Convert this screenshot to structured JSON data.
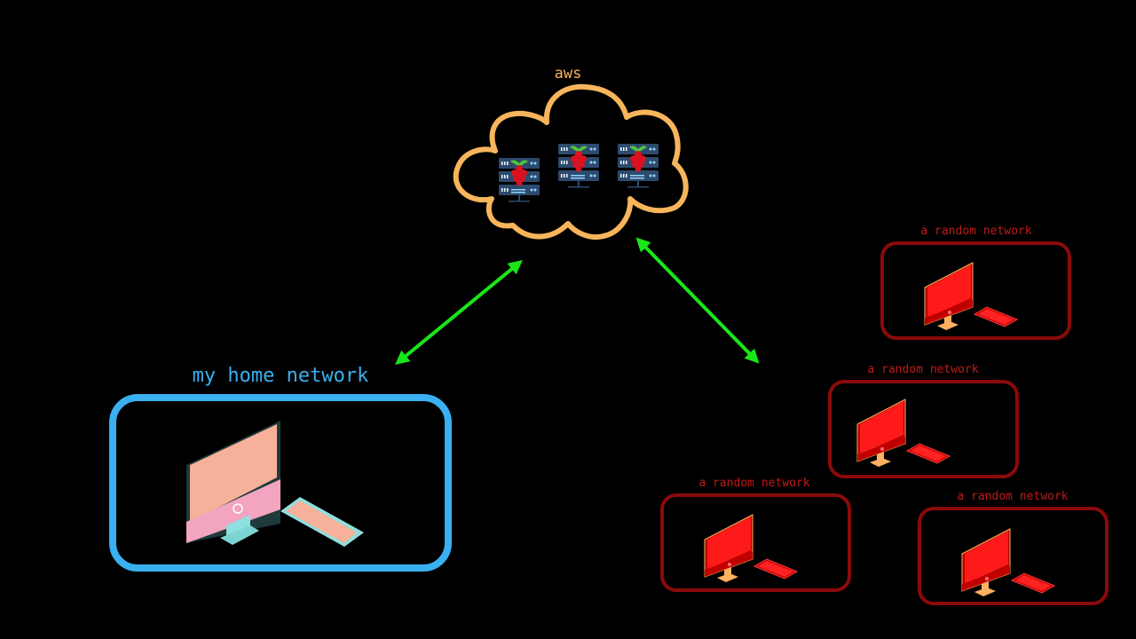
{
  "colors": {
    "background": "#000000",
    "cloud": "#f7b55c",
    "home": "#3ab0f0",
    "random_box": "#8b0a0a",
    "random_label": "#c11a1a",
    "arrow": "#19e619",
    "server_rack": "#2d4a6e",
    "pi_red": "#d8131f",
    "pi_leaf": "#4fc63a"
  },
  "cloud": {
    "label": "aws",
    "icon": "cloud-icon",
    "servers": [
      {
        "icon": "raspberry-pi-server-icon"
      },
      {
        "icon": "raspberry-pi-server-icon"
      },
      {
        "icon": "raspberry-pi-server-icon"
      }
    ]
  },
  "home_network": {
    "label": "my home network",
    "devices": [
      "desktop-computer-icon",
      "smartphone-icon"
    ]
  },
  "random_networks": [
    {
      "label": "a random network",
      "devices": [
        "desktop-computer-icon",
        "smartphone-icon"
      ]
    },
    {
      "label": "a random network",
      "devices": [
        "desktop-computer-icon",
        "smartphone-icon"
      ]
    },
    {
      "label": "a random network",
      "devices": [
        "desktop-computer-icon",
        "smartphone-icon"
      ]
    },
    {
      "label": "a random network",
      "devices": [
        "desktop-computer-icon",
        "smartphone-icon"
      ]
    }
  ],
  "connections": [
    {
      "from": "cloud",
      "to": "home_network",
      "bidirectional": true
    },
    {
      "from": "cloud",
      "to": "random_networks",
      "bidirectional": true
    }
  ]
}
